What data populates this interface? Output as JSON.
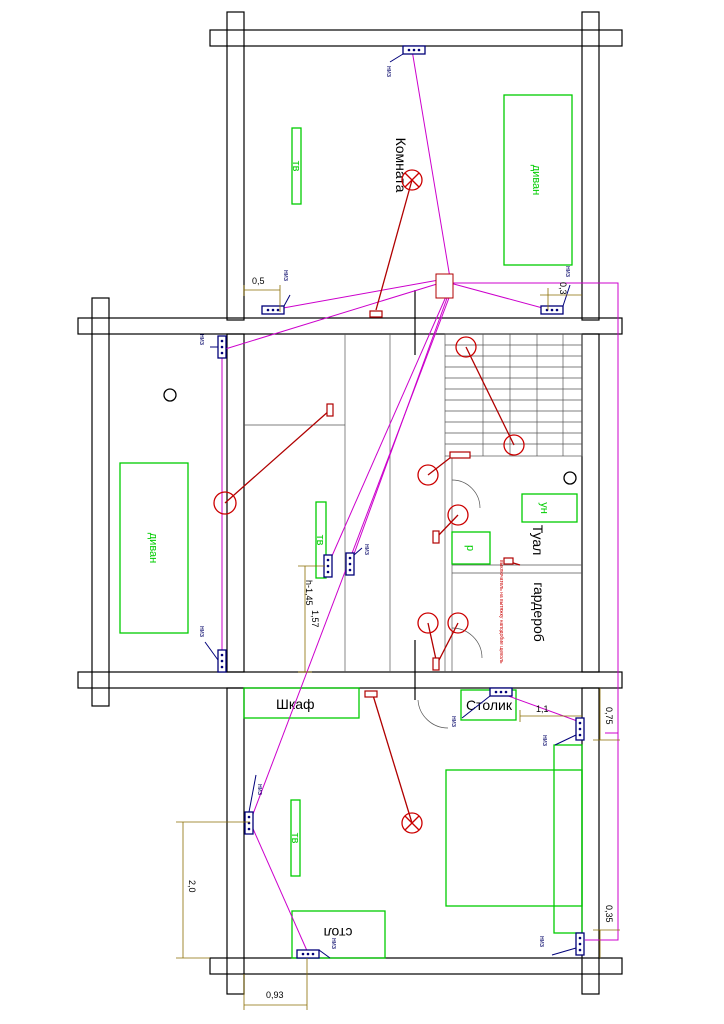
{
  "rooms": {
    "room": "Комната",
    "toilet": "Туал",
    "wardrobe": "гардероб"
  },
  "furniture": {
    "sofa_top": "диван",
    "sofa_left": "диван",
    "tv_top": "тв",
    "tv_middle": "тв",
    "tv_bottom": "тв",
    "unit": "ун",
    "r": "р",
    "cabinet": "Шкаф",
    "side_table": "Столик",
    "desk": "стол"
  },
  "socket_label": "низ",
  "dimensions": {
    "d_0_5": "0,5",
    "d_0_3": "0,3",
    "d_h_1_45": "h-1,45",
    "d_1_57": "1,57",
    "d_1_1": "1,1",
    "d_0_75": "0,75",
    "d_2_0": "2,0",
    "d_0_35": "0,35",
    "d_0_93": "0,93"
  },
  "note": "выключатель на вытяжку наподобие щеколь"
}
